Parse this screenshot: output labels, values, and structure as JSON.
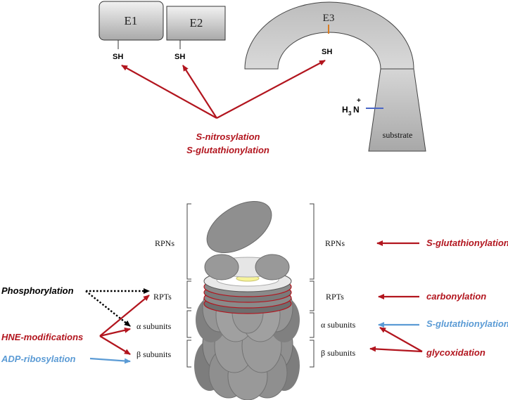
{
  "enzymes": {
    "e1": "E1",
    "e2": "E2",
    "e3": "E3",
    "sh": "SH"
  },
  "substrate": {
    "label": "substrate",
    "amine_h": "H",
    "amine_sub": "3",
    "amine_n": "N",
    "amine_charge": "+"
  },
  "top_modifications": {
    "line1": "S-nitrosylation",
    "line2": "S-glutathionylation"
  },
  "proteasome": {
    "rpns": "RPNs",
    "rpts": "RPTs",
    "alpha": "α subunits",
    "beta": "β subunits"
  },
  "left_modifications": {
    "phosphorylation": "Phosphorylation",
    "hne": "HNE-modifications",
    "adp": "ADP-ribosylation"
  },
  "right_modifications": {
    "glutathionylation_rpn": "S-glutathionylation",
    "carbonylation": "carbonylation",
    "glutathionylation_alpha": "S-glutathionylation",
    "glycoxidation": "glycoxidation"
  },
  "colors": {
    "red": "#b2151e",
    "blue": "#5b9bd5",
    "black": "#000000",
    "gray": "#8c8c8c",
    "box_fill": "#cfcfcf"
  }
}
